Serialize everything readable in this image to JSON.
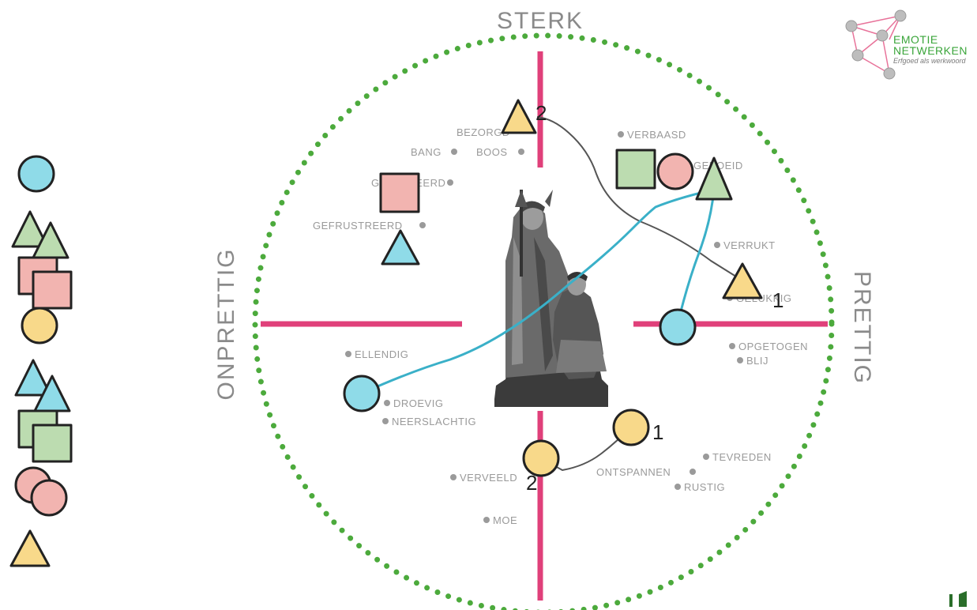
{
  "axes": {
    "top": "STERK",
    "left": "ONPRETTIG",
    "right": "PRETTIG"
  },
  "logo": {
    "line1": "EMOTIE",
    "line2": "NETWERKEN",
    "tagline": "Erfgoed als werkwoord"
  },
  "emotions": {
    "bezorgd": "BEZORGD",
    "bang": "BANG",
    "boos": "BOOS",
    "geirriteerd": "GEÏRRITEERD",
    "gefrustreerd": "GEFRUSTREERD",
    "verbaasd": "VERBAASD",
    "geboeid": "GEBOEID",
    "verrukt": "VERRUKT",
    "gelukkig": "GELUKKIG",
    "opgetogen": "OPGETOGEN",
    "blij": "BLIJ",
    "ellendig": "ELLENDIG",
    "droevig": "DROEVIG",
    "neerslachtig": "NEERSLACHTIG",
    "verveeld": "VERVEELD",
    "moe": "MOE",
    "tevreden": "TEVREDEN",
    "ontspannen": "ONTSPANNEN",
    "rustig": "RUSTIG"
  },
  "markers": {
    "triangle_yellow_top_num": "2",
    "triangle_yellow_right_num": "1",
    "circle_yellow_right_num": "1",
    "circle_yellow_bottom_num": "2"
  },
  "colors": {
    "axis": "#e0407a",
    "ring": "#4caa3c",
    "blue": "#8fdbe8",
    "green": "#bcdcb0",
    "pink": "#f2b4b0",
    "yellow": "#f8d98a",
    "line_blue": "#3ab0c8",
    "line_gray": "#555555"
  },
  "icons": [
    "statue-image",
    "logo-network-icon",
    "corner-mark-icon"
  ]
}
